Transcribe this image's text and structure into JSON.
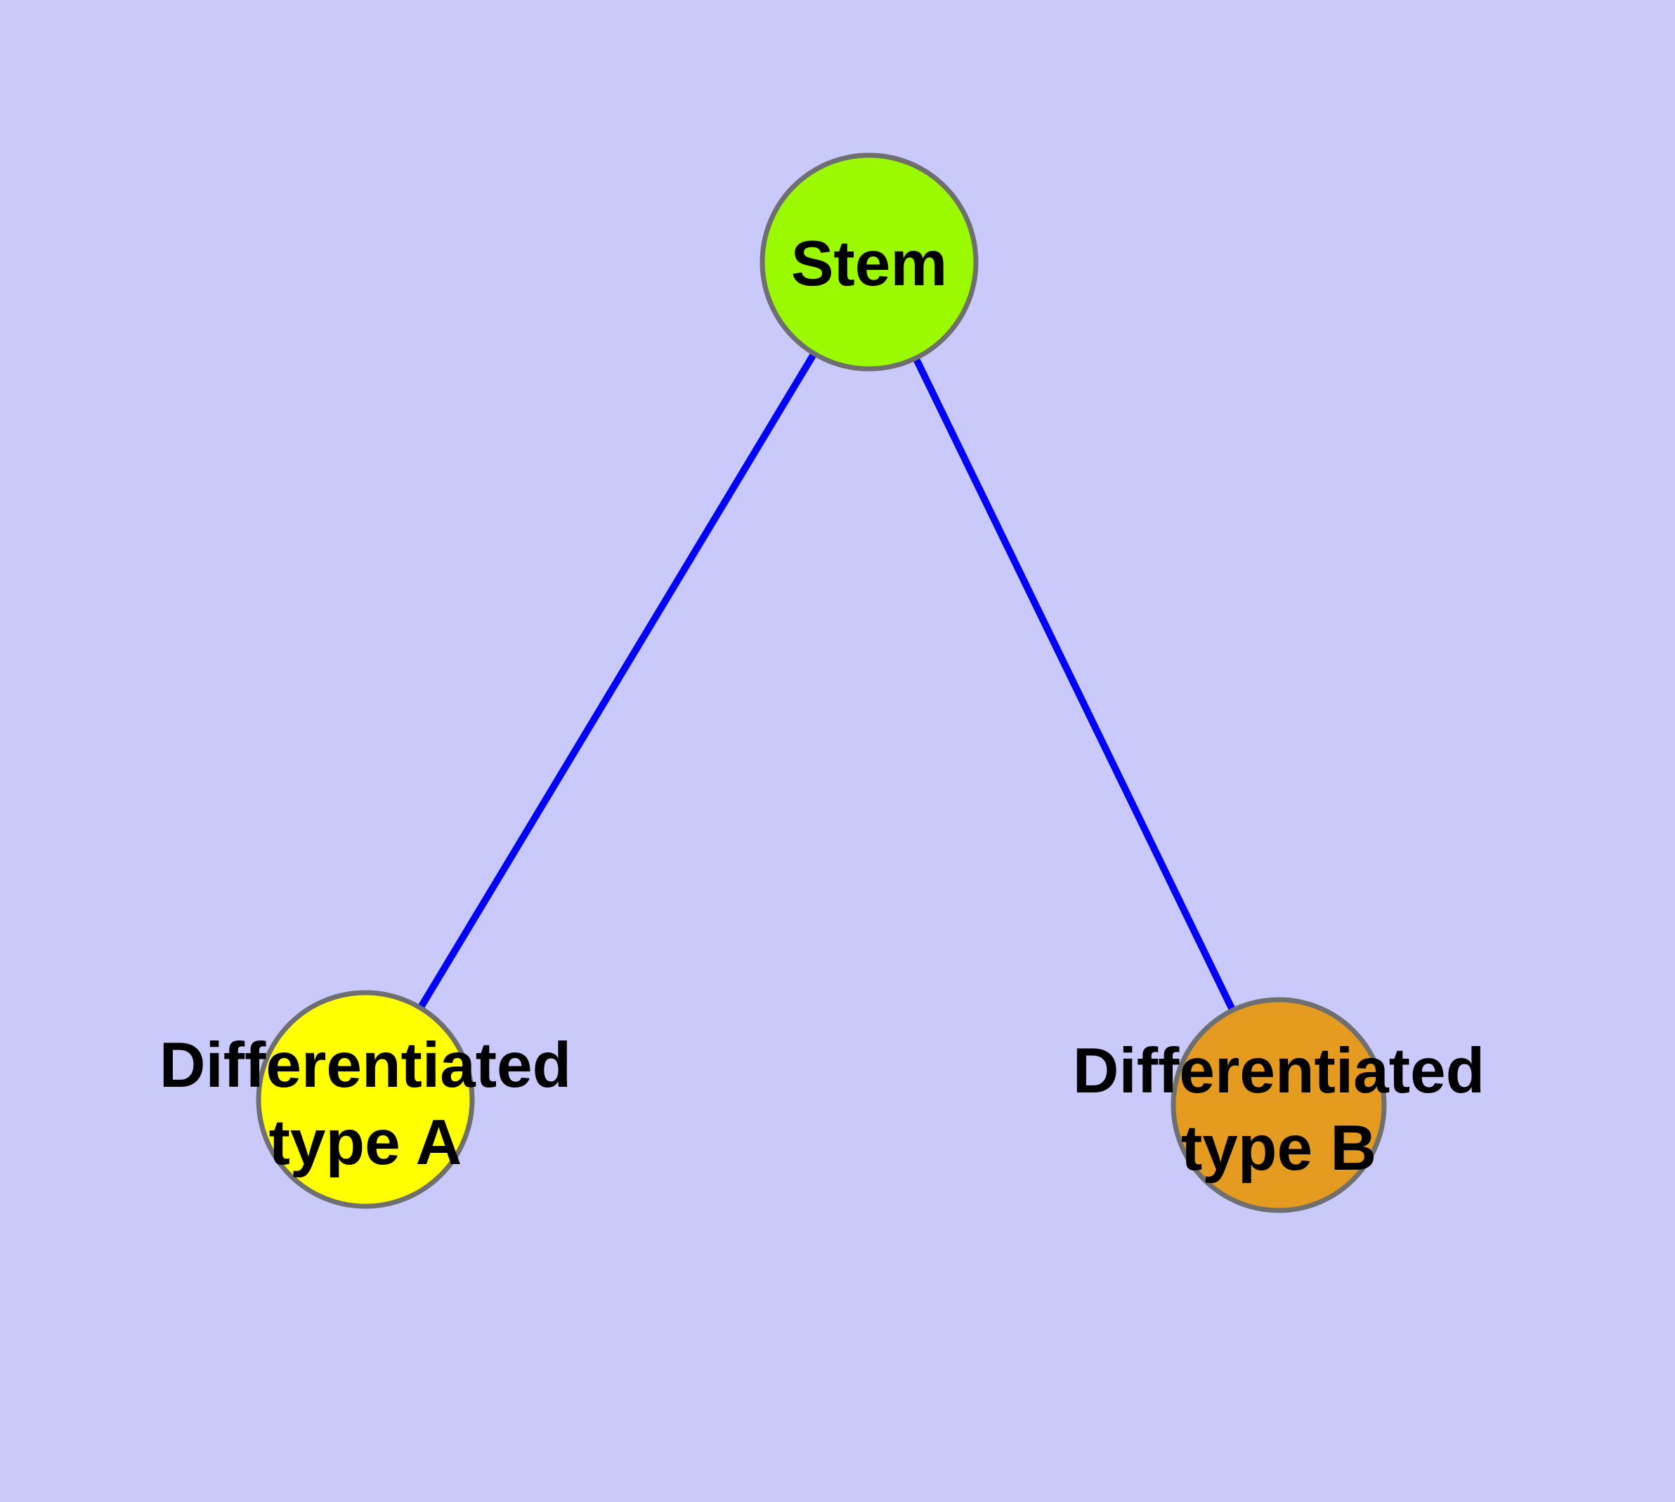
{
  "diagram": {
    "type": "graph",
    "background_color": "#C9C9FB",
    "edge_color": "#0202FA",
    "node_border_color": "#6F6F6F",
    "label_color": "#000000",
    "nodes": [
      {
        "id": "stem",
        "label": "Stem",
        "fill_color": "#9BFA00"
      },
      {
        "id": "differentiated-type-a",
        "label": "Differentiated type A",
        "label_line1": "Differentiated",
        "label_line2": "type A",
        "fill_color": "#FFFF00"
      },
      {
        "id": "differentiated-type-b",
        "label": "Differentiated type B",
        "label_line1": "Differentiated",
        "label_line2": "type B",
        "fill_color": "#E59A20"
      }
    ],
    "edges": [
      {
        "from": "Stem",
        "to": "Differentiated type A"
      },
      {
        "from": "Stem",
        "to": "Differentiated type B"
      }
    ]
  }
}
